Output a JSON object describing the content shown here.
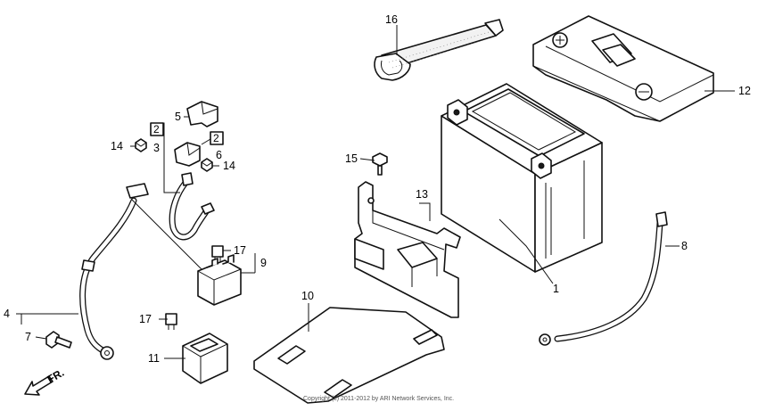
{
  "callouts": {
    "p1": "1",
    "p2a": "2",
    "p2b": "2",
    "p3": "3",
    "p4": "4",
    "p5": "5",
    "p6": "6",
    "p7": "7",
    "p8": "8",
    "p9": "9",
    "p10": "10",
    "p11": "11",
    "p12": "12",
    "p13": "13",
    "p14a": "14",
    "p14b": "14",
    "p15": "15",
    "p16": "16",
    "p17a": "17",
    "p17b": "17"
  },
  "direction_label": "FR.",
  "copyright": "Copyright (c) 2011-2012 by ARI Network Services, Inc.",
  "colors": {
    "line": "#111111",
    "background": "#ffffff"
  }
}
